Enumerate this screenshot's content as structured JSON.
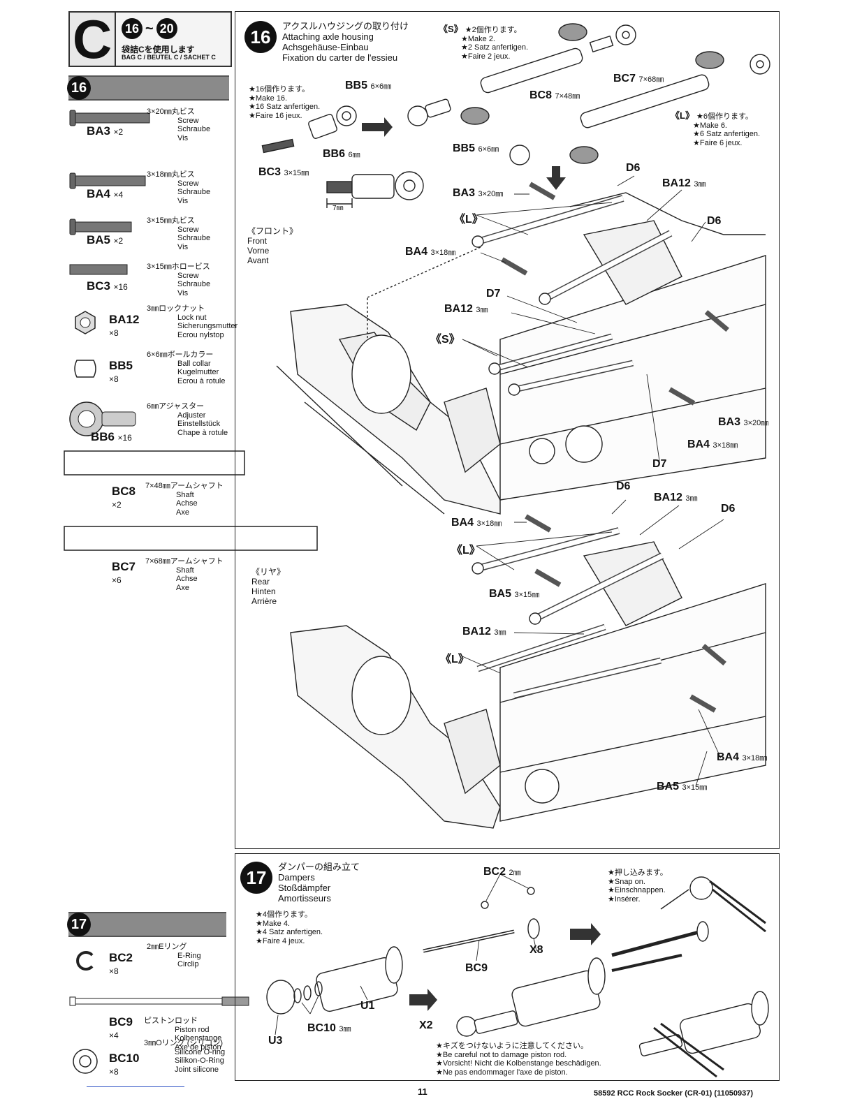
{
  "bag": {
    "letter": "C",
    "steps_from": "16",
    "steps_sep": "~",
    "steps_to": "20",
    "jp": "袋詰Cを使用します",
    "en": "BAG C / BEUTEL C / SACHET C"
  },
  "sidebar": {
    "step16_num": "16",
    "step17_num": "17",
    "parts16": [
      {
        "id": "BA3",
        "qty": "×2",
        "jp": "3×20㎜丸ビス",
        "en": "Screw",
        "de": "Schraube",
        "fr": "Vis"
      },
      {
        "id": "BA4",
        "qty": "×4",
        "jp": "3×18㎜丸ビス",
        "en": "Screw",
        "de": "Schraube",
        "fr": "Vis"
      },
      {
        "id": "BA5",
        "qty": "×2",
        "jp": "3×15㎜丸ビス",
        "en": "Screw",
        "de": "Schraube",
        "fr": "Vis"
      },
      {
        "id": "BC3",
        "qty": "×16",
        "jp": "3×15㎜ホロービス",
        "en": "Screw",
        "de": "Schraube",
        "fr": "Vis"
      },
      {
        "id": "BA12",
        "qty": "×8",
        "jp": "3㎜ロックナット",
        "en": "Lock nut",
        "de": "Sicherungsmutter",
        "fr": "Ecrou nylstop"
      },
      {
        "id": "BB5",
        "qty": "×8",
        "jp": "6×6㎜ボールカラー",
        "en": "Ball collar",
        "de": "Kugelmutter",
        "fr": "Ecrou à rotule"
      },
      {
        "id": "BB6",
        "qty": "×16",
        "jp": "6㎜アジャスター",
        "en": "Adjuster",
        "de": "Einstellstück",
        "fr": "Chape à rotule"
      },
      {
        "id": "BC8",
        "qty": "×2",
        "jp": "7×48㎜アームシャフト",
        "en": "Shaft",
        "de": "Achse",
        "fr": "Axe"
      },
      {
        "id": "BC7",
        "qty": "×6",
        "jp": "7×68㎜アームシャフト",
        "en": "Shaft",
        "de": "Achse",
        "fr": "Axe"
      }
    ],
    "parts17": [
      {
        "id": "BC2",
        "qty": "×8",
        "jp": "2㎜Eリング",
        "en": "E-Ring",
        "de": "Circlip",
        "fr": ""
      },
      {
        "id": "BC9",
        "qty": "×4",
        "jp": "ピストンロッド",
        "en": "Piston rod",
        "de": "Kolbenstange",
        "fr": "Axe de piston"
      },
      {
        "id": "BC10",
        "qty": "×8",
        "jp": "3㎜Oリング (シリコン)",
        "en": "Silicone O-ring",
        "de": "Silikon-O-Ring",
        "fr": "Joint silicone"
      }
    ]
  },
  "step16": {
    "num": "16",
    "title_jp": "アクスルハウジングの取り付け",
    "title_en": "Attaching axle housing",
    "title_de": "Achsgehäuse-Einbau",
    "title_fr": "Fixation du carter de l'essieu",
    "make16": [
      "★16個作ります。",
      "★Make 16.",
      "★16 Satz anfertigen.",
      "★Faire 16 jeux."
    ],
    "make2": {
      "tag": "《S》",
      "lines": [
        "★2個作ります。",
        "★Make 2.",
        "★2 Satz anfertigen.",
        "★Faire 2 jeux."
      ]
    },
    "make6": {
      "tag": "《L》",
      "lines": [
        "★6個作ります。",
        "★Make 6.",
        "★6 Satz anfertigen.",
        "★Faire 6 jeux."
      ]
    },
    "front": {
      "jp": "《フロント》",
      "en": "Front",
      "de": "Vorne",
      "fr": "Avant"
    },
    "rear": {
      "jp": "《リヤ》",
      "en": "Rear",
      "de": "Hinten",
      "fr": "Arrière"
    },
    "dim_7mm": "7㎜",
    "labels": {
      "bb5_a": "BB5",
      "bb5_a_s": "6×6㎜",
      "bb5_b": "BB5",
      "bb5_b_s": "6×6㎜",
      "bb6": "BB6",
      "bb6_s": "6㎜",
      "bc3": "BC3",
      "bc3_s": "3×15㎜",
      "bc8": "BC8",
      "bc8_s": "7×48㎜",
      "bc7": "BC7",
      "bc7_s": "7×68㎜",
      "d6_1": "D6",
      "d6_2": "D6",
      "d6_3": "D6",
      "d6_4": "D6",
      "d7_1": "D7",
      "d7_2": "D7",
      "ba12_1": "BA12",
      "ba12_1_s": "3㎜",
      "ba12_2": "BA12",
      "ba12_2_s": "3㎜",
      "ba12_3": "BA12",
      "ba12_3_s": "3㎜",
      "ba12_4": "BA12",
      "ba12_4_s": "3㎜",
      "ba3_1": "BA3",
      "ba3_1_s": "3×20㎜",
      "ba3_2": "BA3",
      "ba3_2_s": "3×20㎜",
      "ba4_1": "BA4",
      "ba4_1_s": "3×18㎜",
      "ba4_2": "BA4",
      "ba4_2_s": "3×18㎜",
      "ba4_3": "BA4",
      "ba4_3_s": "3×18㎜",
      "ba4_4": "BA4",
      "ba4_4_s": "3×18㎜",
      "ba5_1": "BA5",
      "ba5_1_s": "3×15㎜",
      "ba5_2": "BA5",
      "ba5_2_s": "3×15㎜",
      "l1": "《L》",
      "l2": "《L》",
      "l3": "《L》",
      "s1": "《S》"
    }
  },
  "step17": {
    "num": "17",
    "title_jp": "ダンパーの組み立て",
    "title_en": "Dampers",
    "title_de": "Stoßdämpfer",
    "title_fr": "Amortisseurs",
    "make4": [
      "★4個作ります。",
      "★Make 4.",
      "★4 Satz anfertigen.",
      "★Faire 4 jeux."
    ],
    "snap": [
      "★押し込みます。",
      "★Snap on.",
      "★Einschnappen.",
      "★Insérer."
    ],
    "caution": [
      "★キズをつけないように注意してください。",
      "★Be careful not to damage piston rod.",
      "★Vorsicht! Nicht die Kolbenstange beschädigen.",
      "★Ne pas endommager l'axe de piston."
    ],
    "labels": {
      "bc2": "BC2",
      "bc2_s": "2㎜",
      "bc9": "BC9",
      "x8": "X8",
      "u1": "U1",
      "u3": "U3",
      "bc10": "BC10",
      "bc10_s": "3㎜",
      "x2": "X2"
    }
  },
  "footer": {
    "page": "11",
    "code": "58592 RCC Rock Socker (CR-01) (11050937)"
  }
}
